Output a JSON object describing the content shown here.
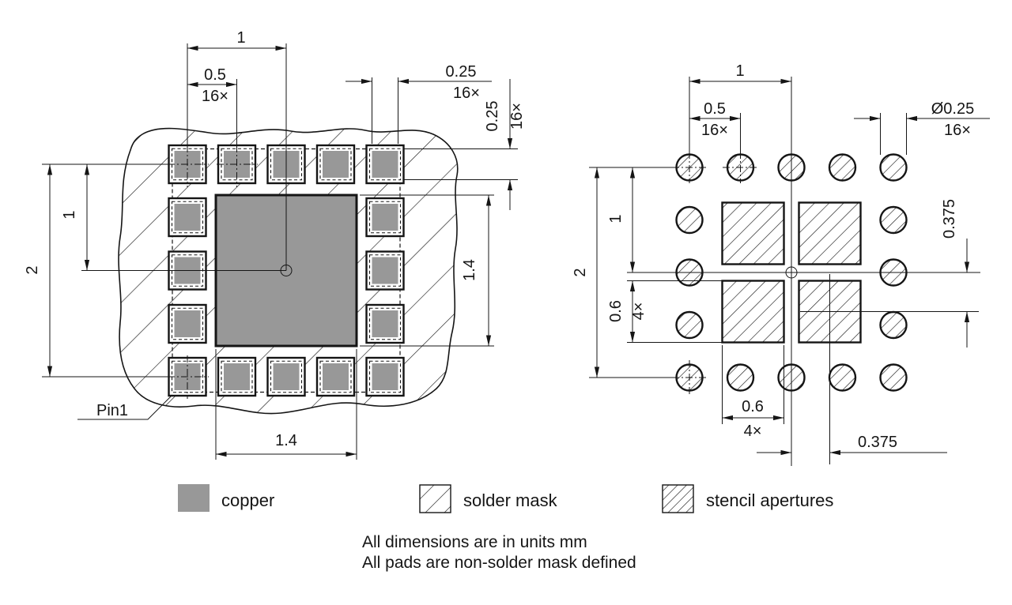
{
  "colors": {
    "copper": "#989898",
    "line": "#151515"
  },
  "left_view": {
    "pin1": "Pin1",
    "dim_pad_pitch_double": "1",
    "dim_pad_pitch": "0.5",
    "dim_pad_pitch_count": "16×",
    "dim_pad_width": "0.25",
    "dim_pad_width_count": "16×",
    "dim_pad_height": "0.25",
    "dim_pad_height_count": "16×",
    "dim_row_span": "2",
    "dim_row_half": "1",
    "dim_center_pad_height": "1.4",
    "dim_center_pad_width": "1.4"
  },
  "right_view": {
    "dim_pitch_double": "1",
    "dim_pitch": "0.5",
    "dim_pitch_count": "16×",
    "dim_aperture_dia": "Ø0.25",
    "dim_aperture_dia_count": "16×",
    "dim_row_span": "2",
    "dim_row_half": "1",
    "dim_aperture_height": "0.6",
    "dim_aperture_height_count": "4×",
    "dim_aperture_width": "0.6",
    "dim_aperture_width_count": "4×",
    "dim_offset_x": "0.375",
    "dim_offset_y": "0.375"
  },
  "legend": {
    "items": [
      {
        "label": "copper"
      },
      {
        "label": "solder mask"
      },
      {
        "label": "stencil apertures"
      }
    ]
  },
  "notes": [
    "All dimensions are in units mm",
    "All pads are non-solder mask defined"
  ]
}
